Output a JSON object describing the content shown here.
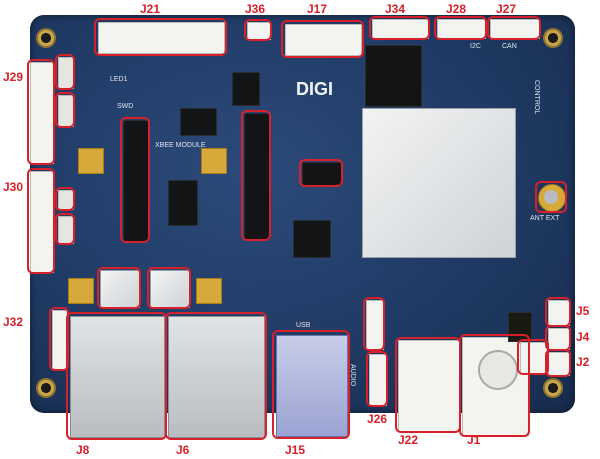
{
  "brand": "DIGI",
  "labels": {
    "j21": "J21",
    "j36": "J36",
    "j17": "J17",
    "j34": "J34",
    "j28": "J28",
    "j27": "J27",
    "j29": "J29",
    "j30": "J30",
    "j32": "J32",
    "j8": "J8",
    "j6": "J6",
    "j15": "J15",
    "j26": "J26",
    "j22": "J22",
    "j1": "J1",
    "j5": "J5",
    "j4": "J4",
    "j2": "J2"
  },
  "silk": {
    "led1": "LED1",
    "swd": "SWD",
    "xbee_module": "XBEE MODULE",
    "usb": "USB",
    "ant_ext": "ANT EXT",
    "i2c": "I2C",
    "can": "CAN",
    "control": "CONTROL",
    "audio": "AUDIO"
  },
  "colors": {
    "highlight": "#d8202a",
    "pcb": "#1f3a64",
    "gold": "#d6a93a"
  }
}
